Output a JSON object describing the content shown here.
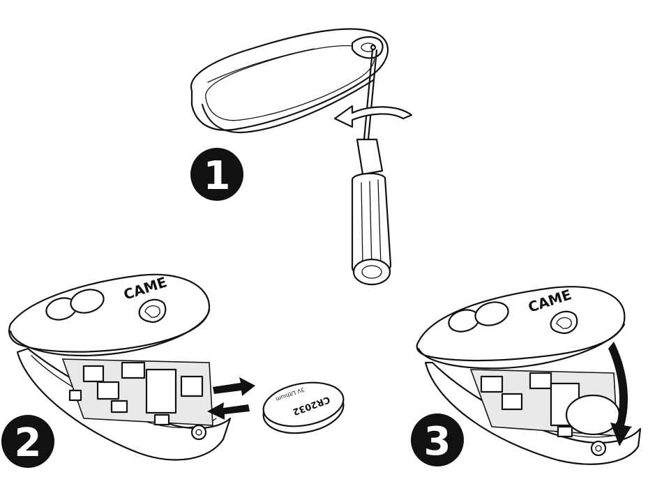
{
  "colors": {
    "ink": "#111111",
    "paper": "#ffffff",
    "step_badge": "#111111",
    "shade": "#e6e6e6"
  },
  "steps": [
    {
      "number": "1"
    },
    {
      "number": "2"
    },
    {
      "number": "3"
    }
  ],
  "markings": {
    "brand": "CAME",
    "battery": "CR2032",
    "battery_sub": "3V Lithium"
  },
  "icons": [
    "screwdriver-icon",
    "rotate-arrow-icon",
    "battery-icon",
    "insert-arrow-icon",
    "remove-arrow-icon",
    "close-arrow-icon"
  ]
}
